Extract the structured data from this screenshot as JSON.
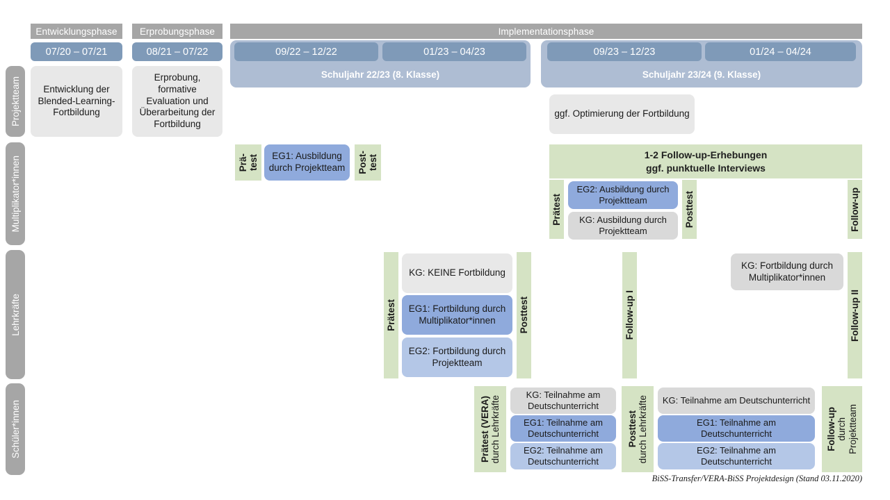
{
  "footnote": "BiSS-Transfer/VERA-BiSS Projektdesign (Stand 03.11.2020)",
  "colors": {
    "phase_header_grey": "#a6a6a6",
    "period_blue": "#7f9ab8",
    "schuljahr_blue": "#aebdd3",
    "row_label_grey": "#a6a6a6",
    "box_grey_light": "#e8e8e8",
    "box_grey": "#d9d9d9",
    "eg1_blue": "#8faadc",
    "eg2_blue": "#b4c7e7",
    "test_green": "#d5e3c4"
  },
  "phases": [
    {
      "label": "Entwicklungsphase"
    },
    {
      "label": "Erprobungsphase"
    },
    {
      "label": "Implementationsphase"
    }
  ],
  "periods": [
    {
      "label": "07/20 – 07/21"
    },
    {
      "label": "08/21 – 07/22"
    },
    {
      "label": "09/22 – 12/22"
    },
    {
      "label": "01/23 – 04/23"
    },
    {
      "label": "09/23 – 12/23"
    },
    {
      "label": "01/24 – 04/24"
    }
  ],
  "schuljahre": [
    {
      "label": "Schuljahr 22/23 (8. Klasse)"
    },
    {
      "label": "Schuljahr 23/24 (9. Klasse)"
    }
  ],
  "row_labels": [
    {
      "label": "Projektteam"
    },
    {
      "label": "Multiplikator*innen"
    },
    {
      "label": "Lehrkräfte"
    },
    {
      "label": "Schüler*innen"
    }
  ],
  "projektteam": {
    "entwicklung": "Entwicklung der Blended-Learning-Fortbildung",
    "erprobung": "Erprobung, formative Evaluation und Überarbeitung der Fortbildung",
    "optimierung": "ggf. Optimierung der Fortbildung"
  },
  "multiplikatoren": {
    "praetest_1_line1": "Prä-",
    "praetest_1_line2": "test",
    "eg1": "EG1: Ausbildung durch Projektteam",
    "posttest_1_line1": "Post-",
    "posttest_1_line2": "test",
    "followup_banner": "1-2 Follow-up-Erhebungen\nggf. punktuelle Interviews",
    "followup_banner_line1": "1-2 Follow-up-Erhebungen",
    "followup_banner_line2": "ggf. punktuelle Interviews",
    "praetest_2": "Prätest",
    "eg2": "EG2: Ausbildung durch Projektteam",
    "kg": "KG: Ausbildung durch Projektteam",
    "posttest_2": "Posttest",
    "followup": "Follow-up"
  },
  "lehrkraefte": {
    "praetest": "Prätest",
    "kg_keine": "KG:  KEINE Fortbildung",
    "eg1": "EG1: Fortbildung durch Multiplikator*innen",
    "eg2": "EG2: Fortbildung durch Projektteam",
    "posttest": "Posttest",
    "followup_1": "Follow-up I",
    "kg_fortbildung": "KG: Fortbildung durch Multiplikator*innen",
    "followup_2": "Follow-up II"
  },
  "schueler": {
    "praetest_main": "Prätest (VERA)",
    "praetest_sub": "durch Lehrkräfte",
    "kg_1": "KG: Teilnahme am Deutschunterricht",
    "eg1_1": "EG1: Teilnahme am Deutschunterricht",
    "eg2_1": "EG2: Teilnahme am Deutschunterricht",
    "posttest_main": "Posttest",
    "posttest_sub": "durch Lehrkräfte",
    "kg_2": "KG: Teilnahme am Deutschunterricht",
    "eg1_2": "EG1: Teilnahme am Deutschunterricht",
    "eg2_2": "EG2: Teilnahme am Deutschunterricht",
    "followup_main": "Follow-up",
    "followup_sub1": "durch",
    "followup_sub2": "Projektteam"
  }
}
